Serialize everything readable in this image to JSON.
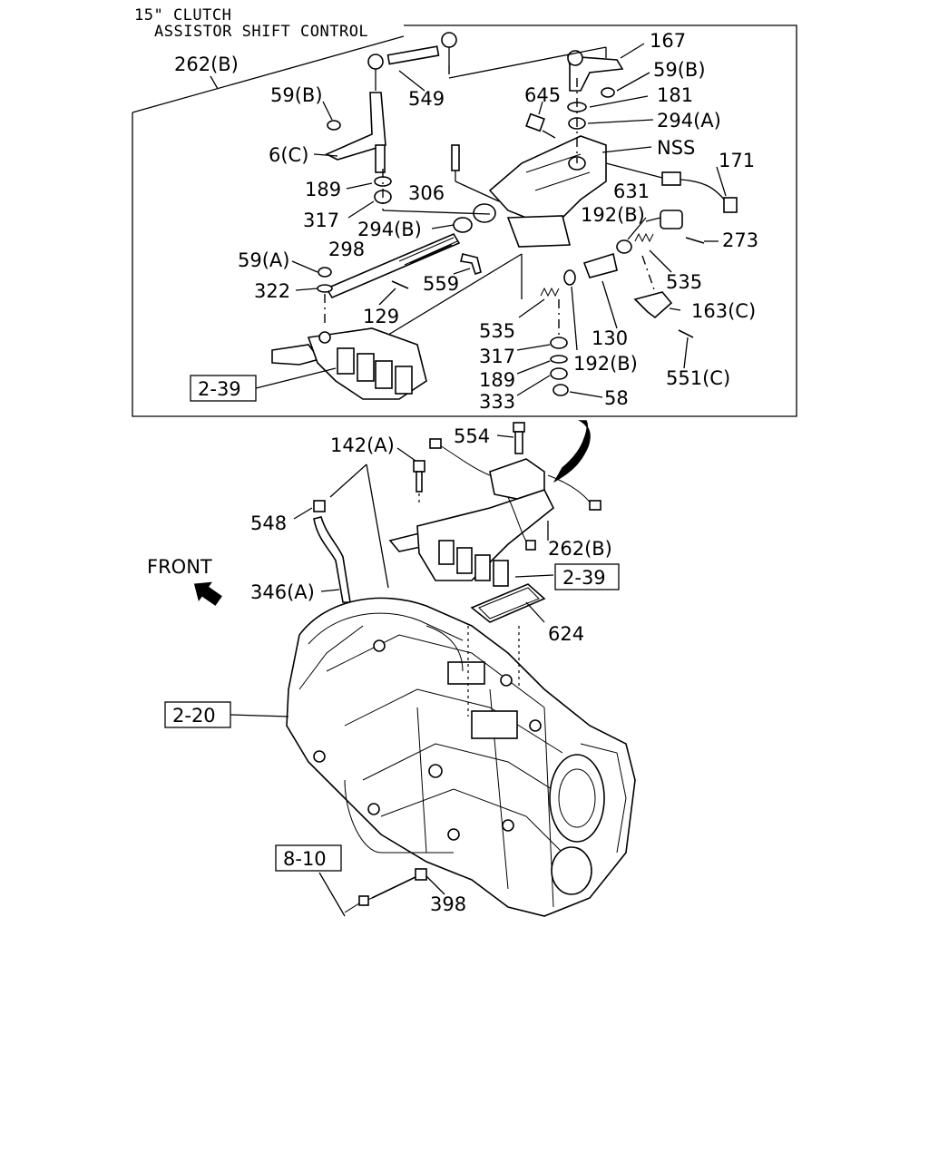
{
  "title": {
    "line1": "15\" CLUTCH",
    "line2": "ASSISTOR SHIFT CONTROL"
  },
  "front_label": "FRONT",
  "callouts": {
    "c262b_top": "262(B)",
    "c549": "549",
    "c167": "167",
    "c59b_right": "59(B)",
    "c181": "181",
    "c645": "645",
    "c294a": "294(A)",
    "cNSS": "NSS",
    "c171": "171",
    "c59b_left": "59(B)",
    "c6c": "6(C)",
    "c189_top": "189",
    "c306": "306",
    "c631": "631",
    "c317_top": "317",
    "c294b": "294(B)",
    "c192b_top": "192(B)",
    "c273": "273",
    "c298": "298",
    "c59a": "59(A)",
    "c559": "559",
    "c535_right": "535",
    "c322": "322",
    "c129": "129",
    "c163c": "163(C)",
    "c535_left": "535",
    "c130": "130",
    "c317_bot": "317",
    "c192b_bot": "192(B)",
    "c551c": "551(C)",
    "c189_bot": "189",
    "c333": "333",
    "c58": "58",
    "c142a": "142(A)",
    "c554": "554",
    "c548": "548",
    "c262b_mid": "262(B)",
    "c346a": "346(A)",
    "c624": "624",
    "c398": "398"
  },
  "references": {
    "ref_2_39_top": "2-39",
    "ref_2_39_mid": "2-39",
    "ref_2_20": "2-20",
    "ref_8_10": "8-10"
  }
}
